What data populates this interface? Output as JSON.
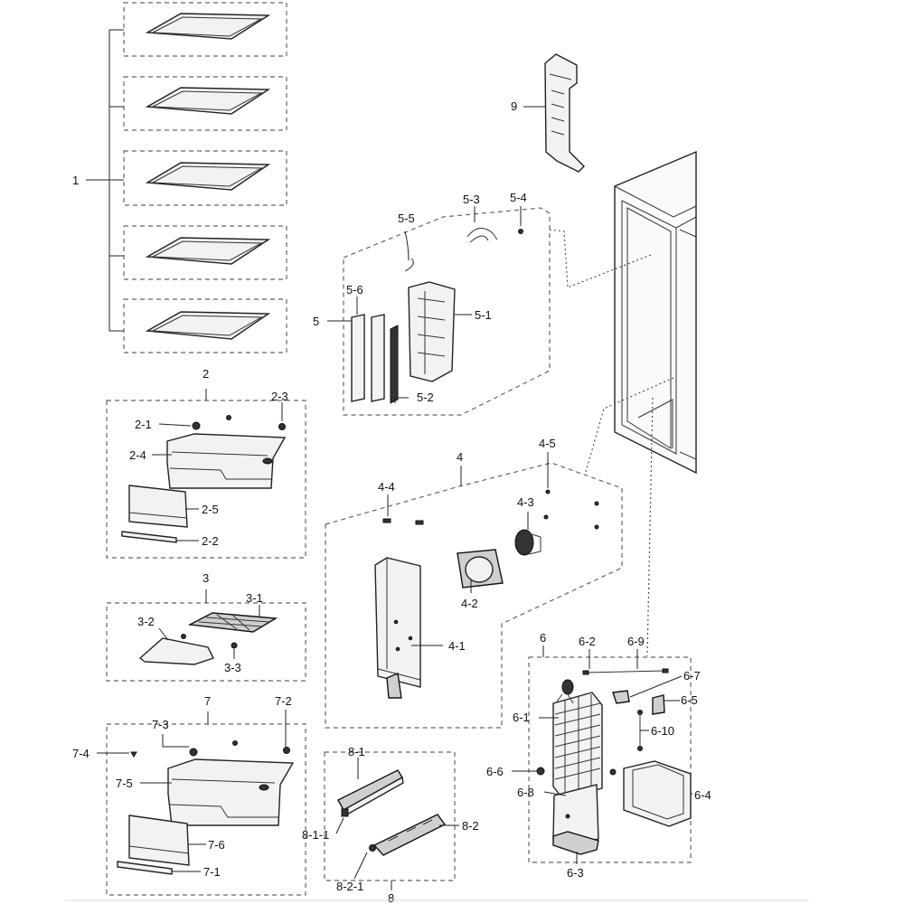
{
  "labels": {
    "l1": "1",
    "l2": "2",
    "l2_1": "2-1",
    "l2_2": "2-2",
    "l2_3": "2-3",
    "l2_4": "2-4",
    "l2_5": "2-5",
    "l3": "3",
    "l3_1": "3-1",
    "l3_2": "3-2",
    "l3_3": "3-3",
    "l4": "4",
    "l4_1": "4-1",
    "l4_2": "4-2",
    "l4_3": "4-3",
    "l4_4": "4-4",
    "l4_5": "4-5",
    "l5": "5",
    "l5_1": "5-1",
    "l5_2": "5-2",
    "l5_3": "5-3",
    "l5_4": "5-4",
    "l5_5": "5-5",
    "l5_6": "5-6",
    "l6": "6",
    "l6_1": "6-1",
    "l6_2": "6-2",
    "l6_3": "6-3",
    "l6_4": "6-4",
    "l6_5": "6-5",
    "l6_6": "6-6",
    "l6_7": "6-7",
    "l6_8": "6-8",
    "l6_9": "6-9",
    "l6_10": "6-10",
    "l7": "7",
    "l7_1": "7-1",
    "l7_2": "7-2",
    "l7_3": "7-3",
    "l7_4": "7-4",
    "l7_5": "7-5",
    "l7_6": "7-6",
    "l8": "8",
    "l8_1": "8-1",
    "l8_1_1": "8-1-1",
    "l8_2": "8-2",
    "l8_2_1": "8-2-1",
    "l9": "9"
  },
  "colors": {
    "line": "#222222",
    "dashed_box": "#666666",
    "part_fill": "#f2f2f2",
    "text": "#111111"
  }
}
